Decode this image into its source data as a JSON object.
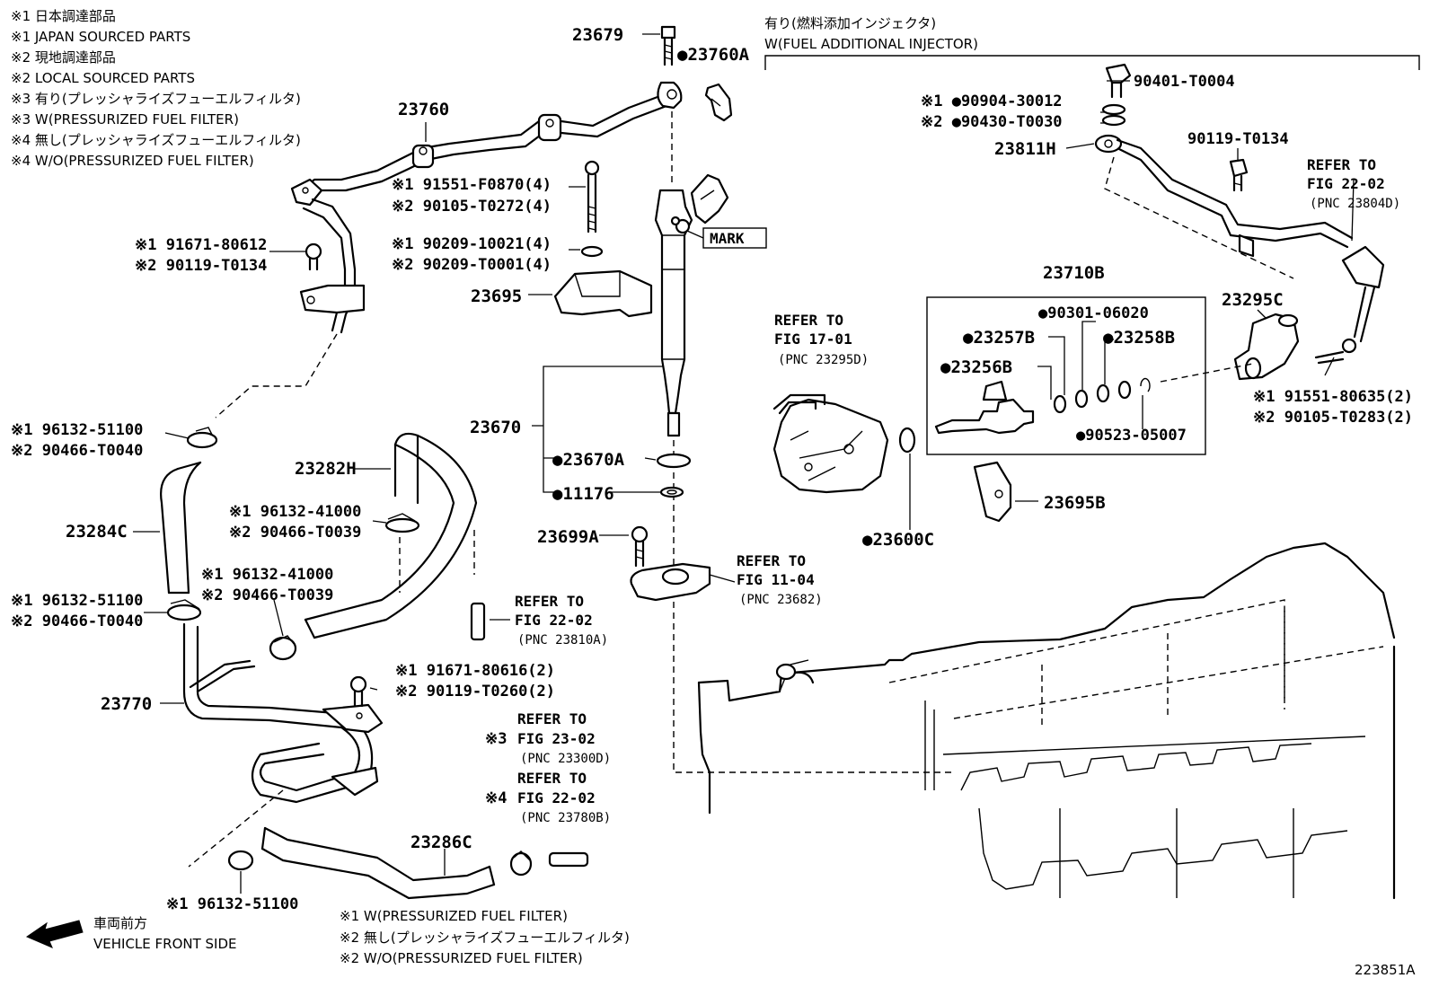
{
  "notes": [
    "※1 日本調達部品",
    "※1 JAPAN SOURCED PARTS",
    "※2 現地調達部品",
    "※2 LOCAL SOURCED PARTS",
    "※3 有り(プレッシャライズフューエルフィルタ)",
    "※3 W(PRESSURIZED FUEL FILTER)",
    "※4 無し(プレッシャライズフューエルフィルタ)",
    "※4 W/O(PRESSURIZED FUEL FILTER)"
  ],
  "injector_header": {
    "line1": "有り(燃料添加インジェクタ)",
    "line2": "W(FUEL ADDITIONAL INJECTOR)"
  },
  "labels": {
    "p23679": "23679",
    "p23760A": "●23760A",
    "p23760": "23760",
    "p91551F0870": "※1 91551-F0870(4)",
    "p90105T0272": "※2 90105-T0272(4)",
    "p90209_10021": "※1 90209-10021(4)",
    "p90209T0001": "※2 90209-T0001(4)",
    "p23695": "23695",
    "mark": "MARK",
    "p91671_80612": "※1 91671-80612",
    "p90119T0134a": "※2 90119-T0134",
    "p23670": "23670",
    "p23670A": "●23670A",
    "p11176": "●11176",
    "p96132_51100a": "※1 96132-51100",
    "p90466T0040a": "※2 90466-T0040",
    "p23282H": "23282H",
    "p96132_41000a": "※1 96132-41000",
    "p90466T0039a": "※2 90466-T0039",
    "p23284C": "23284C",
    "p23699A": "23699A",
    "p96132_41000b": "※1 96132-41000",
    "p90466T0039b": "※2 90466-T0039",
    "p96132_51100b": "※1 96132-51100",
    "p90466T0040b": "※2 90466-T0040",
    "p91671_80616": "※1 91671-80616(2)",
    "p90119T0260": "※2 90119-T0260(2)",
    "p23770": "23770",
    "p23286C": "23286C",
    "p96132_51100c": "※1 96132-51100",
    "p90401T0004": "90401-T0004",
    "p90904_30012": "※1 ●90904-30012",
    "p90430T0030": "※2 ●90430-T0030",
    "p23811H": "23811H",
    "p90119T0134b": "90119-T0134",
    "p23710B": "23710B",
    "p90301_06020": "●90301-06020",
    "p23257B": "●23257B",
    "p23258B": "●23258B",
    "p23256B": "●23256B",
    "p90523_05007": "●90523-05007",
    "p23295C": "23295C",
    "p91551_80635": "※1 91551-80635(2)",
    "p90105T0283": "※2 90105-T0283(2)",
    "p23695B": "23695B",
    "p23600C": "●23600C"
  },
  "refs": {
    "r2202a": {
      "l1": "REFER TO",
      "l2": "FIG 22-02",
      "l3": "(PNC 23804D)"
    },
    "r1701": {
      "l1": "REFER TO",
      "l2": "FIG 17-01",
      "l3": "(PNC 23295D)"
    },
    "r1104": {
      "l1": "REFER TO",
      "l2": "FIG 11-04",
      "l3": "(PNC 23682)"
    },
    "r2202b": {
      "l1": "REFER TO",
      "l2": "FIG 22-02",
      "l3": "(PNC 23810A)"
    },
    "r2302": {
      "l1": "REFER TO",
      "mk": "※3",
      "l2": "FIG 23-02",
      "l3": "(PNC 23300D)"
    },
    "r2202c": {
      "l1": "REFER TO",
      "mk": "※4",
      "l2": "FIG 22-02",
      "l3": "(PNC 23780B)"
    }
  },
  "footnotes": [
    "※1 W(PRESSURIZED FUEL FILTER)",
    "※2 無し(プレッシャライズフューエルフィルタ)",
    "※2 W/O(PRESSURIZED FUEL FILTER)"
  ],
  "front": {
    "jp": "車両前方",
    "en": "VEHICLE FRONT SIDE"
  },
  "figure_id": "223851A"
}
